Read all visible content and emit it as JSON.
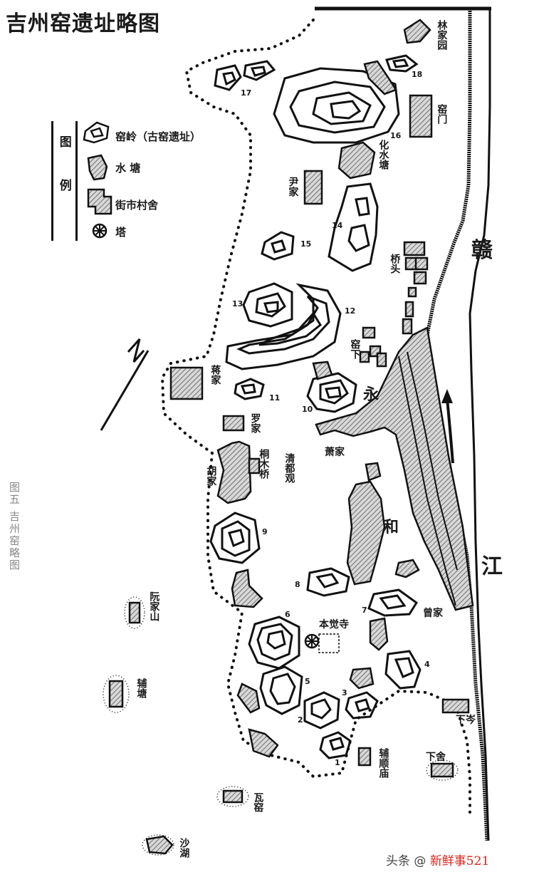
{
  "title": "吉州窑遗址略图",
  "legend": {
    "header": "图例",
    "items": [
      {
        "label": "窑岭（古窑遗址）",
        "icon": "kiln-mound-icon"
      },
      {
        "label": "水 塘",
        "icon": "pond-icon"
      },
      {
        "label": "街市村舍",
        "icon": "village-icon"
      },
      {
        "label": "塔",
        "icon": "pagoda-icon"
      }
    ]
  },
  "figure_caption": "图五 吉州窑略图",
  "river": {
    "name_part1": "赣",
    "name_part2": "江"
  },
  "places": {
    "linjiayuan": "林家园",
    "yaomen": "窑门",
    "huashuitang": "化水塘",
    "yinjia": "尹家",
    "qiaotou": "桥头",
    "yaoxia": "窑下",
    "jiangjia": "蒋家",
    "luojia": "罗家",
    "tongmuqiao": "桐木桥",
    "qingduguan": "清都观",
    "hujia": "胡家",
    "xiaojia": "萧家",
    "yong": "永",
    "he": "和",
    "zengjia": "曾家",
    "benjuesi": "本觉寺",
    "ruanjiashan": "阮家山",
    "futang": "辅塘",
    "xiacen": "下岑",
    "xiashe": "下舍",
    "fushunmiao": "辅顺庙",
    "wayao": "瓦窑",
    "shahu": "沙湖"
  },
  "kiln_numbers": [
    "1",
    "2",
    "3",
    "4",
    "5",
    "6",
    "7",
    "8",
    "9",
    "10",
    "11",
    "12",
    "13",
    "14",
    "15",
    "16",
    "17",
    "18"
  ],
  "north_arrow": "N",
  "watermark": {
    "source": "头条 @",
    "brand": "新鲜事521"
  },
  "colors": {
    "ink": "#111111",
    "hatch": "#555555",
    "caption": "#888888",
    "brand": "#d9261c"
  }
}
